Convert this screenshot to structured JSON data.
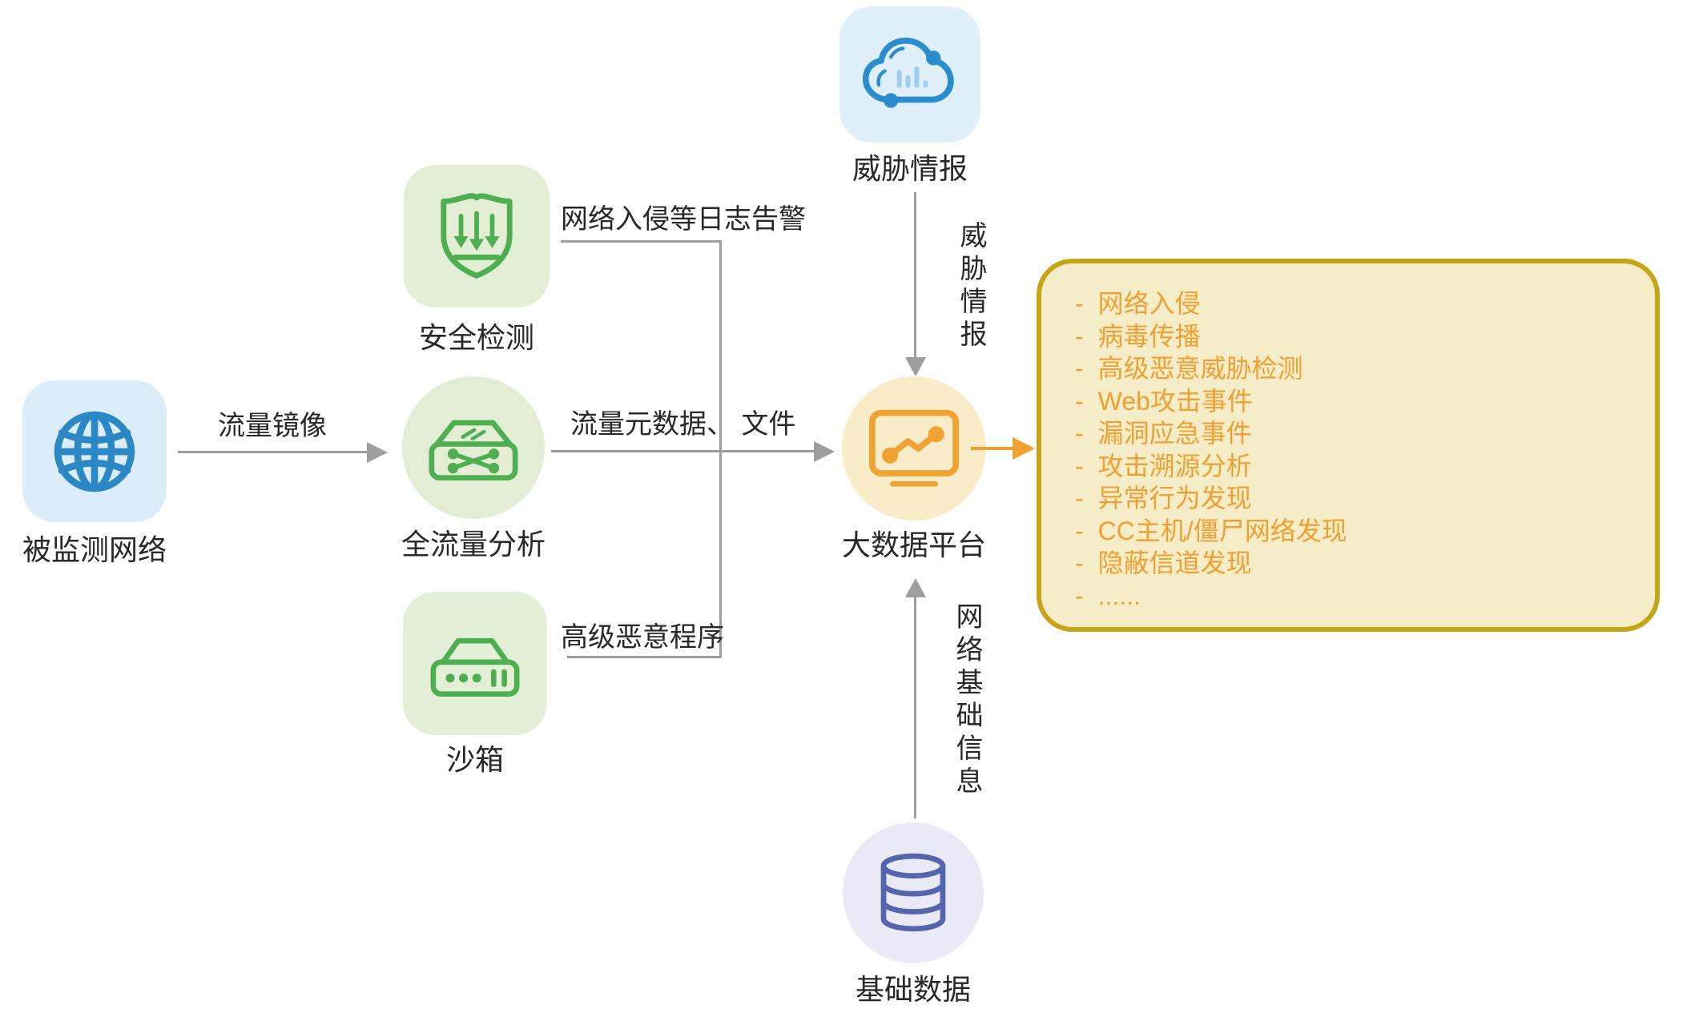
{
  "diagram": {
    "nodes": {
      "monitored_network": {
        "label": "被监测网络",
        "icon": "globe-icon"
      },
      "security_detection": {
        "label": "安全检测",
        "icon": "shield-arrows-icon"
      },
      "full_traffic_analysis": {
        "label": "全流量分析",
        "icon": "network-switch-icon"
      },
      "sandbox": {
        "label": "沙箱",
        "icon": "server-device-icon"
      },
      "threat_intelligence": {
        "label": "威胁情报",
        "icon": "cloud-stats-icon"
      },
      "big_data_platform": {
        "label": "大数据平台",
        "icon": "monitor-chart-icon"
      },
      "basic_data": {
        "label": "基础数据",
        "icon": "database-icon"
      }
    },
    "edges": {
      "traffic_mirror": "流量镜像",
      "intrusion_log_alerts": "网络入侵等日志告警",
      "traffic_metadata_files": "流量元数据、 文件",
      "advanced_malware": "高级恶意程序",
      "threat_intel_feed": "威胁情报",
      "network_base_info": "网络基础信息"
    },
    "outcome_box": {
      "bullet": "-",
      "items": [
        "网络入侵",
        "病毒传播",
        "高级恶意威胁检测",
        "Web攻击事件",
        "漏洞应急事件",
        "攻击溯源分析",
        "异常行为发现",
        "CC主机/僵尸网络发现",
        "隐蔽信道发现",
        "......"
      ]
    }
  },
  "colors": {
    "c_blue": "#2C87C5",
    "c_blue_bg": "#DCEDFA",
    "c_green": "#4FAE51",
    "c_green_bg": "#E2EFD5",
    "c_orange": "#F0A030",
    "c_cream": "#F9ECC9",
    "c_indigo": "#5464AD",
    "c_lavender": "#E9EAF6",
    "c_box_fill": "#F5ECC8",
    "c_box_border": "#C6A418",
    "c_arrow": "#9E9E9E",
    "c_text": "#282828"
  }
}
